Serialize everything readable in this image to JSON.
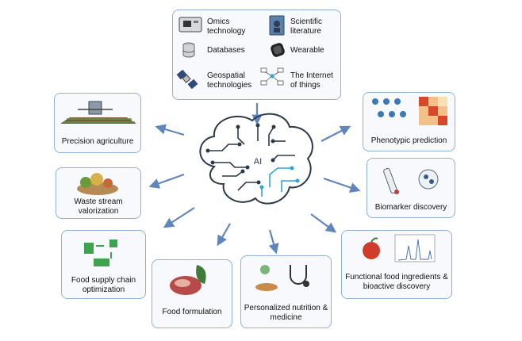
{
  "colors": {
    "box_border": "#8fb1d6",
    "box_fill": "#f7f9fc",
    "arrow": "#5f86bf",
    "brain": "#2b3a4a",
    "brain_accent": "#2ca6d8"
  },
  "center": {
    "label": "AI",
    "icon": "brain-circuit-icon"
  },
  "sources": [
    {
      "label": "Omics technology",
      "icon": "sequencer-icon"
    },
    {
      "label": "Scientific literature",
      "icon": "book-icon"
    },
    {
      "label": "Databases",
      "icon": "database-icon"
    },
    {
      "label": "Wearable",
      "icon": "smartwatch-icon"
    },
    {
      "label": "Geospatial technologies",
      "icon": "satellite-icon"
    },
    {
      "label": "The Internet of things",
      "icon": "network-icon"
    }
  ],
  "applications": [
    {
      "label": "Precision agriculture",
      "icon": "tractor-field-icon"
    },
    {
      "label": "Waste stream valorization",
      "icon": "food-waste-icon"
    },
    {
      "label": "Food supply chain optimization",
      "icon": "supply-chain-icon"
    },
    {
      "label": "Food formulation",
      "icon": "meat-icon"
    },
    {
      "label": "Personalized nutrition & medicine",
      "icon": "stethoscope-icon"
    },
    {
      "label": "Functional food ingredients & bioactive discovery",
      "icon": "apple-spectrum-icon"
    },
    {
      "label": "Biomarker discovery",
      "icon": "sample-tube-icon"
    },
    {
      "label": "Phenotypic prediction",
      "icon": "heatmap-icon"
    }
  ]
}
